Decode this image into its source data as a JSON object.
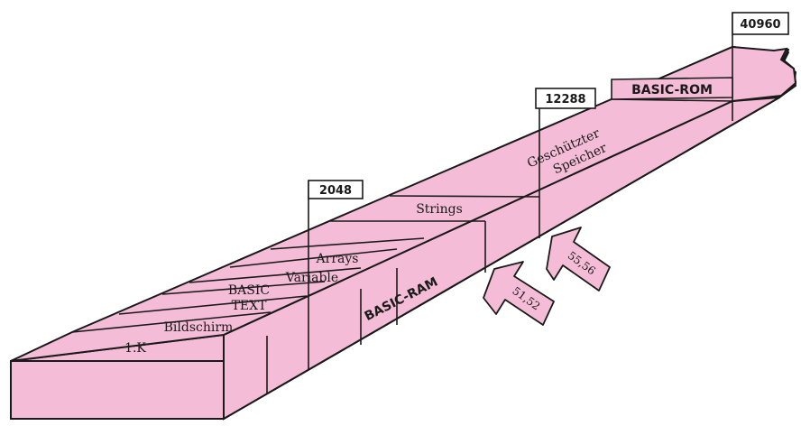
{
  "colors": {
    "fill": "#f4bcd6",
    "fill_side": "#f0b2ce",
    "stroke": "#1a1a1a",
    "tag_fill": "#ffffff"
  },
  "addresses": {
    "a2048": "2048",
    "a12288": "12288",
    "a40960": "40960"
  },
  "regions": {
    "screen_1k": "1.K",
    "bildschirm": "Bildschirm",
    "basic_text_line1": "BASIC",
    "basic_text_line2": "TEXT",
    "variable": "Variable",
    "arrays": "Arrays",
    "strings": "Strings",
    "protected_line1": "Geschützter",
    "protected_line2": "Speicher",
    "basic_rom": "BASIC-ROM",
    "basic_ram": "BASIC-RAM"
  },
  "pointers": {
    "p5152": "51,52",
    "p5556": "55,56"
  }
}
